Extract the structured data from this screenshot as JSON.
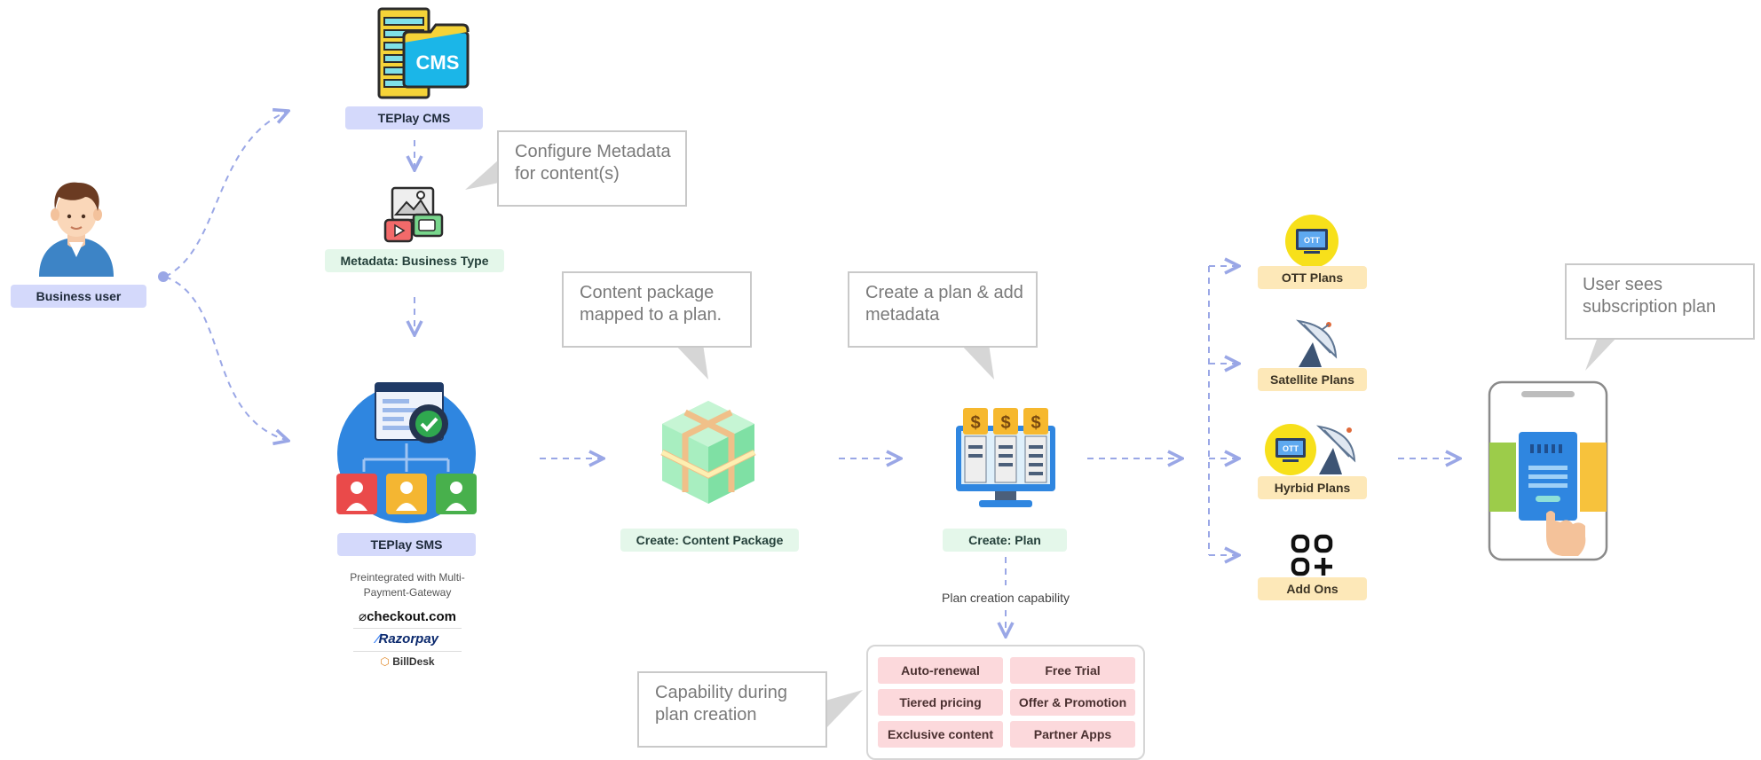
{
  "business_user": {
    "label": "Business user"
  },
  "cms": {
    "label": "TEPlay CMS",
    "icon_text": "CMS"
  },
  "metadata": {
    "label": "Metadata:  Business Type",
    "callout": "Configure Metadata for content(s)"
  },
  "sms": {
    "label": "TEPlay SMS",
    "note": "Preintegrated with Multi-Payment-Gateway",
    "gateways": [
      "checkout.com",
      "Razorpay",
      "BillDesk"
    ]
  },
  "content_package": {
    "label": "Create:  Content Package",
    "callout": "Content package mapped to a plan."
  },
  "plan": {
    "label": "Create: Plan",
    "callout": "Create a plan & add metadata",
    "capability_label": "Plan creation capability",
    "capabilities_callout": "Capability during plan creation",
    "capabilities": [
      "Auto-renewal",
      "Free Trial",
      "Tiered pricing",
      "Offer & Promotion",
      "Exclusive content",
      "Partner Apps"
    ]
  },
  "plan_types": {
    "ott": "OTT Plans",
    "satellite": "Satellite Plans",
    "hybrid": "Hyrbid Plans",
    "addons": "Add Ons",
    "ott_badge": "OTT"
  },
  "user_view": {
    "callout": "User sees subscription plan"
  },
  "colors": {
    "arrow": "#9aa7e6",
    "pill_blue": "#d4d9fb",
    "pill_green": "#e4f7ea",
    "pill_yellow": "#fde8b8",
    "capability": "#fcd9dc"
  },
  "icons": [
    "person-icon",
    "cms-server-icon",
    "media-metadata-icon",
    "sms-network-icon",
    "cube-package-icon",
    "plan-monitor-icon",
    "ott-tv-icon",
    "satellite-dish-icon",
    "addons-grid-icon",
    "phone-tap-icon"
  ]
}
